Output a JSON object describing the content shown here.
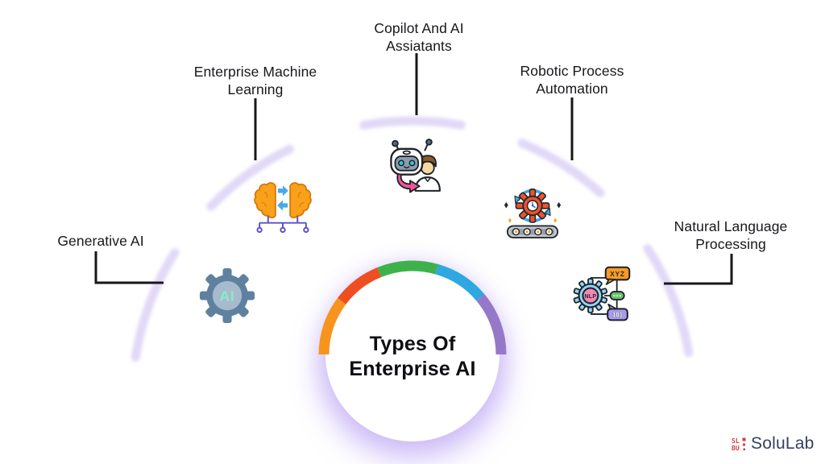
{
  "title": {
    "line1": "Types Of",
    "line2": "Enterprise AI"
  },
  "categories": [
    {
      "label": "Generative AI",
      "icon": "generative-ai-gear-icon"
    },
    {
      "label": "Enterprise Machine Learning",
      "icon": "machine-learning-brains-icon"
    },
    {
      "label": "Copilot And AI Assiatants",
      "icon": "copilot-robot-assistant-icon"
    },
    {
      "label": "Robotic Process Automation",
      "icon": "rpa-gear-conveyor-icon"
    },
    {
      "label": "Natural Language Processing",
      "icon": "nlp-gear-chat-icon"
    }
  ],
  "icon_texts": {
    "generative_ai": "AI",
    "nlp_gear": "NLP",
    "nlp_bubble_top": "XYZ",
    "nlp_bubble_bottom": "101"
  },
  "branding": {
    "name": "SoluLab",
    "logo_top": "SL",
    "logo_bottom": "BU"
  },
  "arc": {
    "segments": [
      {
        "name": "orange",
        "color": "#F7941E"
      },
      {
        "name": "red",
        "color": "#EF4E23"
      },
      {
        "name": "green",
        "color": "#3DB24A"
      },
      {
        "name": "blue",
        "color": "#2FA8E1"
      },
      {
        "name": "purple",
        "color": "#9678C8"
      }
    ],
    "glow_color": "#CDBFF2"
  }
}
